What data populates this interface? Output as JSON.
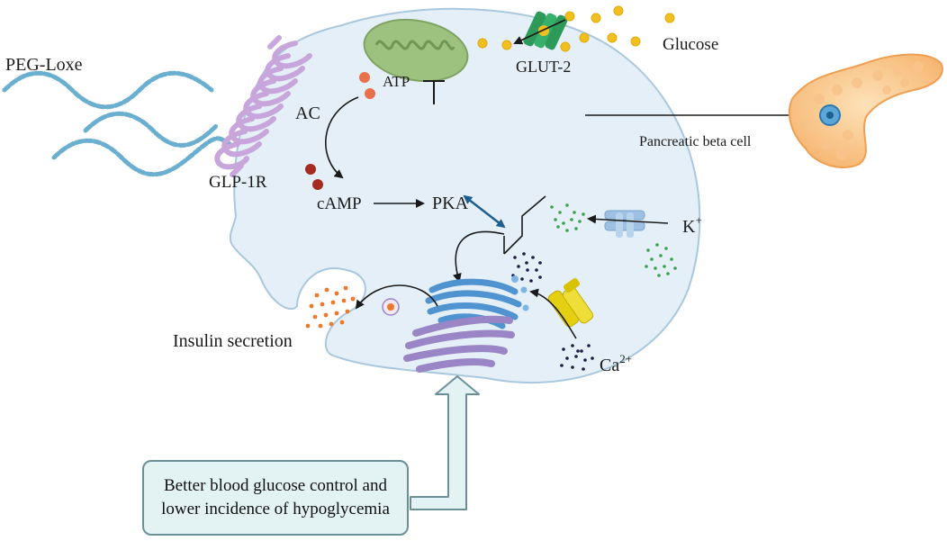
{
  "labels": {
    "drug": "PEG-Loxe",
    "receptor": "GLP-1R",
    "enzyme": "AC",
    "atp": "ATP",
    "camp": "cAMP",
    "pka": "PKA",
    "transporter": "GLUT-2",
    "glucose": "Glucose",
    "cell": "Pancreatic beta cell",
    "potassium": "K",
    "potassium_charge": "+",
    "calcium": "Ca",
    "calcium_charge": "2+",
    "secretion": "Insulin secretion"
  },
  "outcome_box": {
    "text": "Better blood glucose control and lower incidence of hypoglycemia"
  },
  "colors": {
    "cell_fill": "#e4eff7",
    "cell_stroke": "#a9c8dd",
    "peptide": "#6aaed0",
    "receptor": "#c8a6dc",
    "mitochondrion": "#9dc27f",
    "glucose": "#f2c01e",
    "glut2": "#2e9a5a",
    "atp_dot": "#e8704a",
    "camp_dot": "#a52a1f",
    "k_dot": "#3aa14a",
    "ca_dot": "#1c1d45",
    "ca_channel": "#e4cf10",
    "k_channel": "#9ec0e2",
    "er": "#9a86c6",
    "golgi": "#4f93d1",
    "insulin_dot": "#ec7a2c",
    "pka_arrow": "#1f5f8f",
    "outcome_fill": "#e3f2f3",
    "outcome_stroke": "#6b8f99"
  }
}
